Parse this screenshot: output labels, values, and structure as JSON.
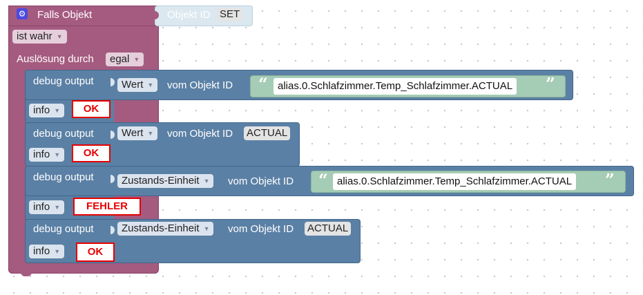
{
  "trigger": {
    "title": "Falls Objekt",
    "object_label": "Objekt ID",
    "object_value": "SET",
    "condition_value": "ist wahr",
    "trigger_label": "Auslösung durch",
    "trigger_value": "egal"
  },
  "debug_blocks": [
    {
      "label": "debug output",
      "property": "Wert",
      "of_label": "vom Objekt ID",
      "object_id": "alias.0.Schlafzimmer.Temp_Schlafzimmer.ACTUAL",
      "level": "info",
      "note": "OK"
    },
    {
      "label": "debug output",
      "property": "Wert",
      "of_label": "vom Objekt ID",
      "object_id": "ACTUAL",
      "level": "info",
      "note": "OK"
    },
    {
      "label": "debug output",
      "property": "Zustands-Einheit",
      "of_label": "vom Objekt ID",
      "object_id": "alias.0.Schlafzimmer.Temp_Schlafzimmer.ACTUAL",
      "level": "info",
      "note": "FEHLER"
    },
    {
      "label": "debug output",
      "property": "Zustands-Einheit",
      "of_label": "vom Objekt ID",
      "object_id": "ACTUAL",
      "level": "info",
      "note": "OK"
    }
  ],
  "colors": {
    "trigger_block": "#a55b80",
    "debug_block": "#5b80a5",
    "string_block": "#a5ccb4",
    "note_border": "#e60000",
    "gear": "#4b49e0"
  }
}
